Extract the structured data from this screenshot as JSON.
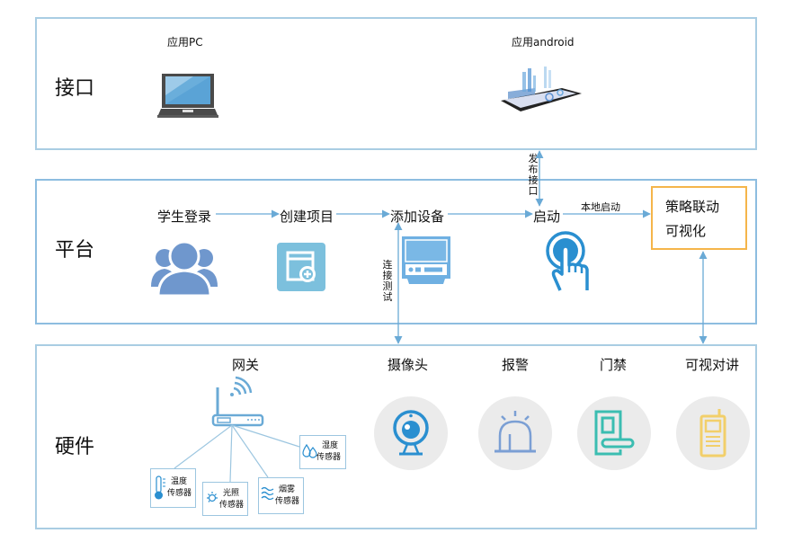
{
  "colors": {
    "layer_border": "#a9cde3",
    "arrow": "#6aaad6",
    "strategy_border": "#f5b54a",
    "users_icon": "#6f97cd",
    "project_icon": "#7cc0dd",
    "device_icon": "#6fb0e2",
    "start_icon": "#2a8fd0",
    "camera_icon": "#2a8fd0",
    "alarm_icon": "#7b9fd4",
    "access_icon": "#3bbdb1",
    "intercom_icon": "#f2cf6a",
    "circle_bg": "#ebebeb"
  },
  "layers": {
    "interface": {
      "title": "接口",
      "apps": [
        {
          "label": "应用PC",
          "icon": "laptop-icon"
        },
        {
          "label": "应用android",
          "icon": "smartphone-icon"
        }
      ]
    },
    "platform": {
      "title": "平台",
      "steps": [
        {
          "label": "学生登录",
          "icon": "users-icon"
        },
        {
          "label": "创建项目",
          "icon": "new-project-icon"
        },
        {
          "label": "添加设备",
          "icon": "device-icon"
        },
        {
          "label": "启动",
          "icon": "touch-icon"
        }
      ],
      "strategy": {
        "line1": "策略联动",
        "line2": "可视化"
      }
    },
    "hardware": {
      "title": "硬件",
      "gateway": {
        "label": "网关",
        "sensors": [
          {
            "line1": "温度",
            "line2": "传感器",
            "icon": "thermometer-icon"
          },
          {
            "line1": "光照",
            "line2": "传感器",
            "icon": "sun-icon"
          },
          {
            "line1": "烟雾",
            "line2": "传感器",
            "icon": "smoke-icon"
          },
          {
            "line1": "湿度",
            "line2": "传感器",
            "icon": "droplets-icon"
          }
        ]
      },
      "devices": [
        {
          "label": "摄像头",
          "icon": "webcam-icon"
        },
        {
          "label": "报警",
          "icon": "alarm-light-icon"
        },
        {
          "label": "门禁",
          "icon": "door-lock-icon"
        },
        {
          "label": "可视对讲",
          "icon": "walkie-talkie-icon"
        }
      ]
    }
  },
  "connectors": {
    "publish_interface": "发布接口",
    "connection_test": "连接测试",
    "local_start": "本地启动"
  }
}
